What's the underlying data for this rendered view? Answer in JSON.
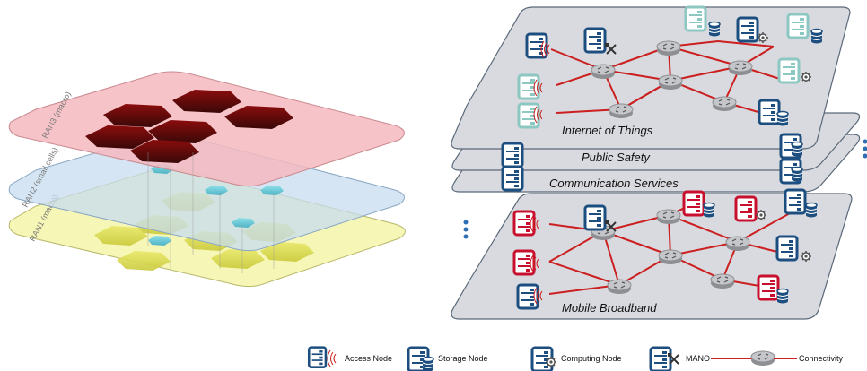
{
  "ran_layers": [
    {
      "label": "RAN3 (macro)"
    },
    {
      "label": "RAN2 (small cells)"
    },
    {
      "label": "RAN1 (macro)"
    }
  ],
  "slices": [
    {
      "label": "Internet of Things"
    },
    {
      "label": "Public Safety"
    },
    {
      "label": "Communication Services"
    },
    {
      "label": "Mobile Broadband"
    }
  ],
  "legend": {
    "access_node": "Access Node",
    "storage_node": "Storage Node",
    "computing_node": "Computing Node",
    "mano": "MANO",
    "connectivity": "Connectivity"
  },
  "colors": {
    "ran3": "#f2b8bd",
    "ran2": "#c9def0",
    "ran1": "#f3f3a8",
    "slice_plane": "#d6d8dc",
    "access_blue": "#1c4e80",
    "teal": "#8cc7c1",
    "red": "#c8102e",
    "link_red": "#cc1f1f"
  }
}
